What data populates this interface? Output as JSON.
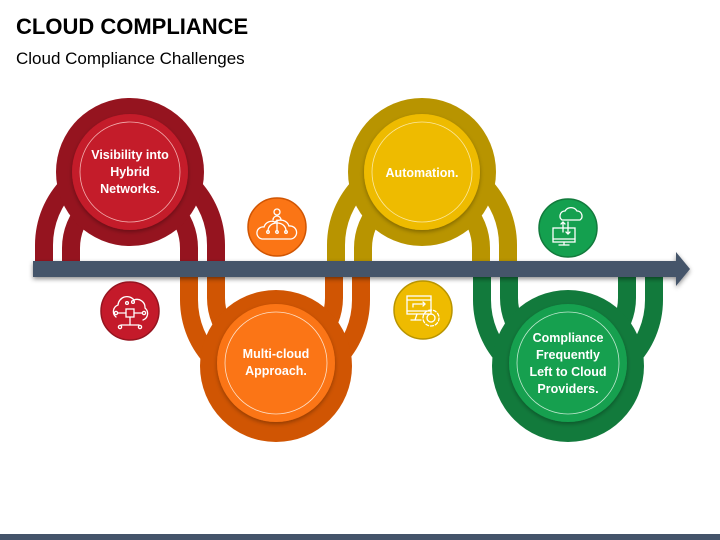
{
  "header": {
    "title": "CLOUD COMPLIANCE",
    "subtitle": "Cloud Compliance Challenges"
  },
  "colors": {
    "arrow": "#44546a",
    "footer": "#44546a",
    "red_dark": "#95141f",
    "red_light": "#c41a2a",
    "orange_dark": "#d05503",
    "orange_light": "#fb7515",
    "yellow_dark": "#b89400",
    "yellow_light": "#eebb00",
    "green_dark": "#127a3c",
    "green_light": "#14a04f"
  },
  "steps": [
    {
      "label": "Visibility into Hybrid Networks.",
      "position": "top",
      "color": "red",
      "icon": "cloud-network-icon"
    },
    {
      "label": "Multi-cloud Approach.",
      "position": "bottom",
      "color": "orange",
      "icon": "cloud-hierarchy-icon"
    },
    {
      "label": "Automation.",
      "position": "top",
      "color": "yellow",
      "icon": "monitor-gear-icon"
    },
    {
      "label": "Compliance Frequently Left to Cloud Providers.",
      "position": "bottom",
      "color": "green",
      "icon": "cloud-sync-monitor-icon"
    }
  ]
}
